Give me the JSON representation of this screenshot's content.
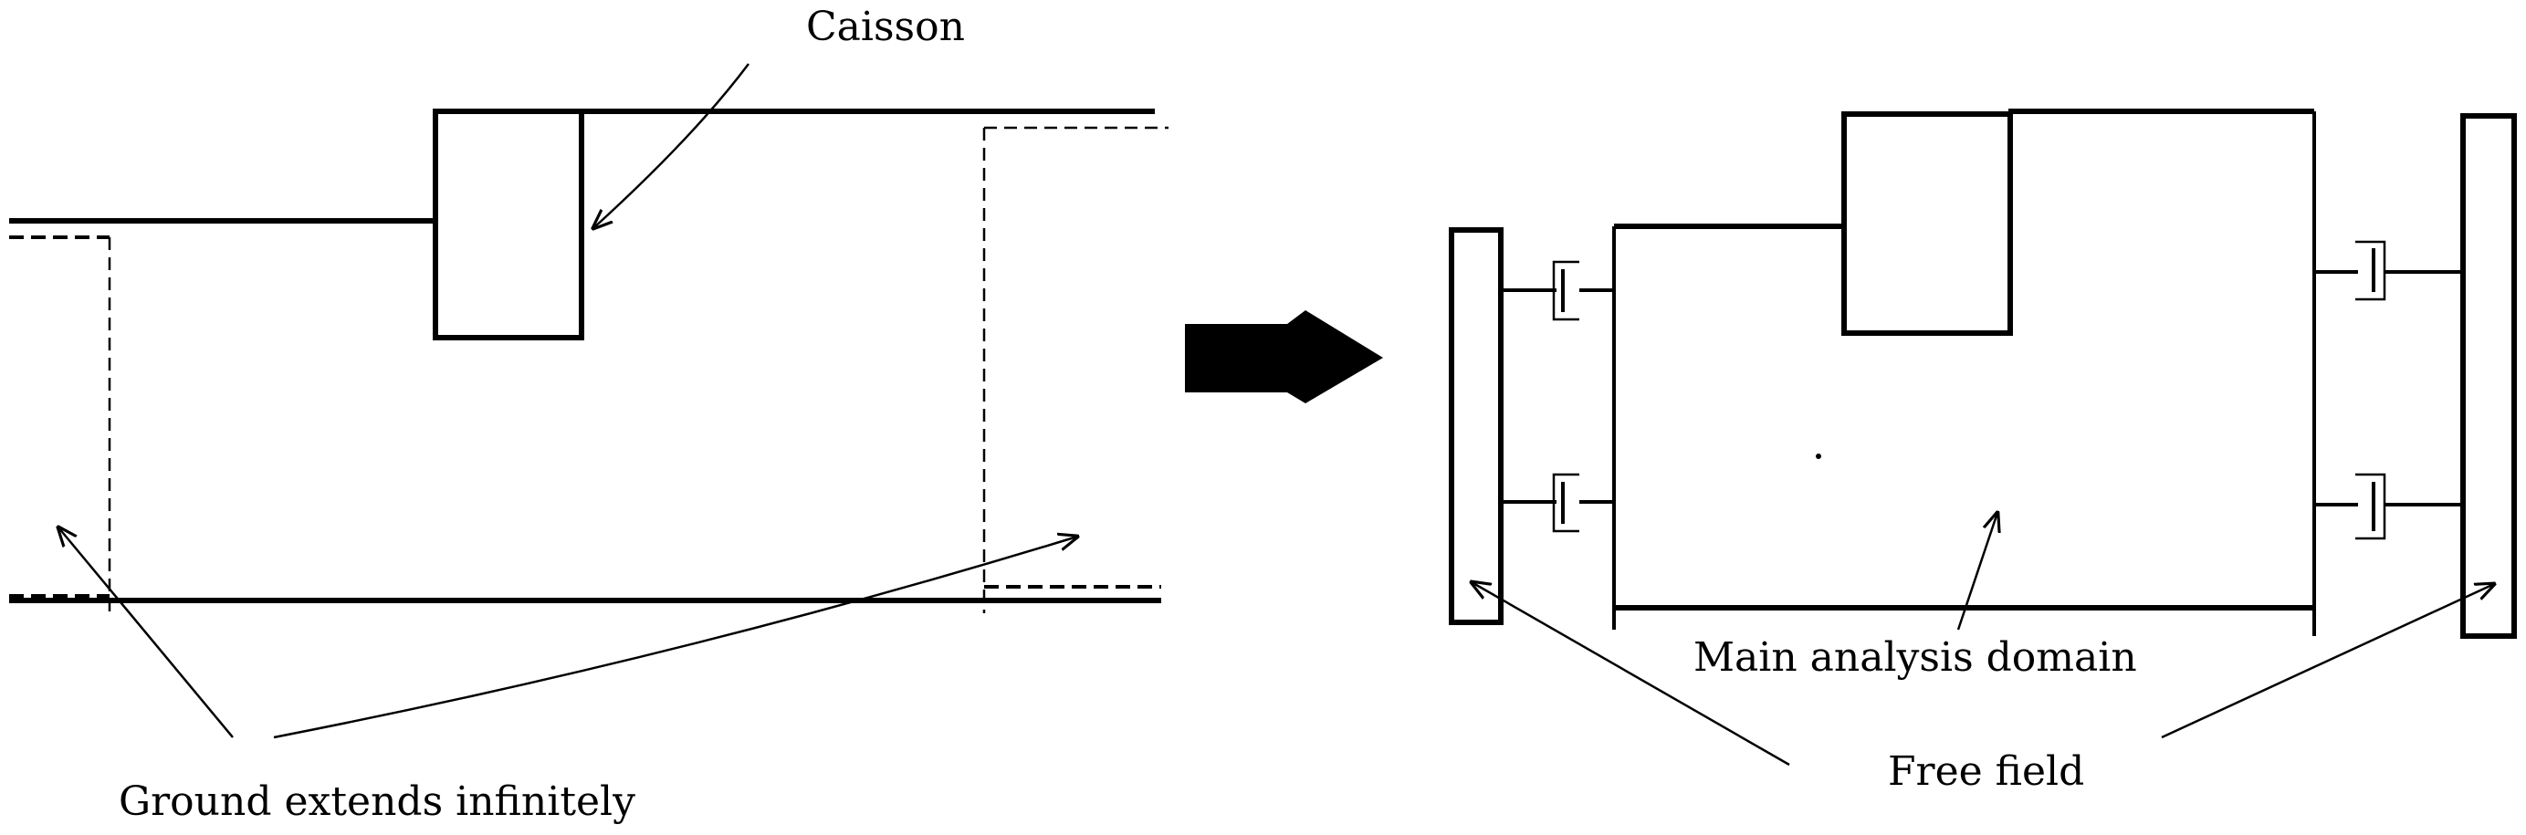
{
  "labels": {
    "caisson": "Caisson",
    "ground": "Ground extends infinitely",
    "main_domain": "Main analysis domain",
    "free_field": "Free field"
  },
  "colors": {
    "stroke": "#000000",
    "background": "#ffffff"
  },
  "icons": {
    "transition": "block-arrow-right",
    "damper": "dashpot-symbol"
  }
}
